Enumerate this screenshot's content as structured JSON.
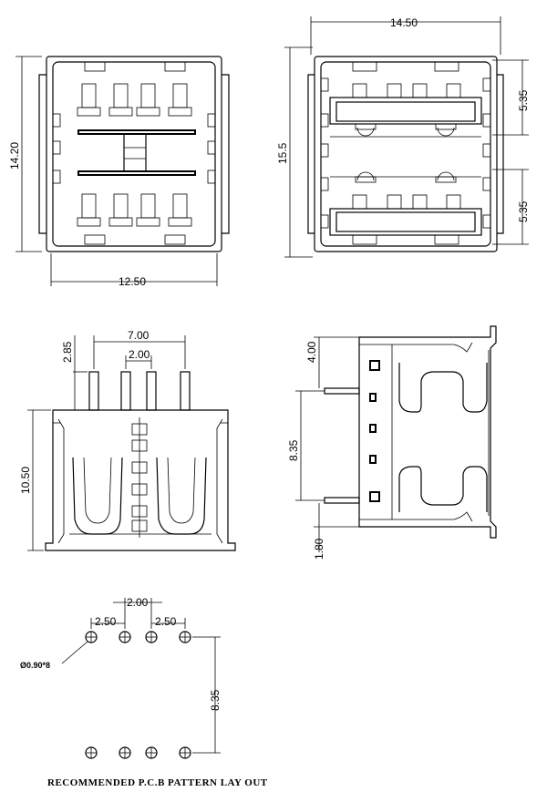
{
  "top_left_view": {
    "width_label": "12.50",
    "height_label": "14.20"
  },
  "top_right_view": {
    "width_label": "14.50",
    "height_label": "15.5",
    "port_upper_label": "5.35",
    "port_lower_label": "5.35"
  },
  "front_view": {
    "pin_span_label": "7.00",
    "pin_pitch_label": "2.00",
    "pin_length_label": "2.85",
    "body_height_label": "10.50"
  },
  "side_view": {
    "top_offset_label": "4.00",
    "pin_spacing_label": "8.35",
    "bottom_offset_label": "1.80"
  },
  "pcb_layout": {
    "center_pitch_label": "2.00",
    "left_pitch_label": "2.50",
    "right_pitch_label": "2.50",
    "row_spacing_label": "8.35",
    "hole_label": "Ø0.90*8",
    "caption": "RECOMMENDED P.C.B PATTERN LAY OUT"
  }
}
